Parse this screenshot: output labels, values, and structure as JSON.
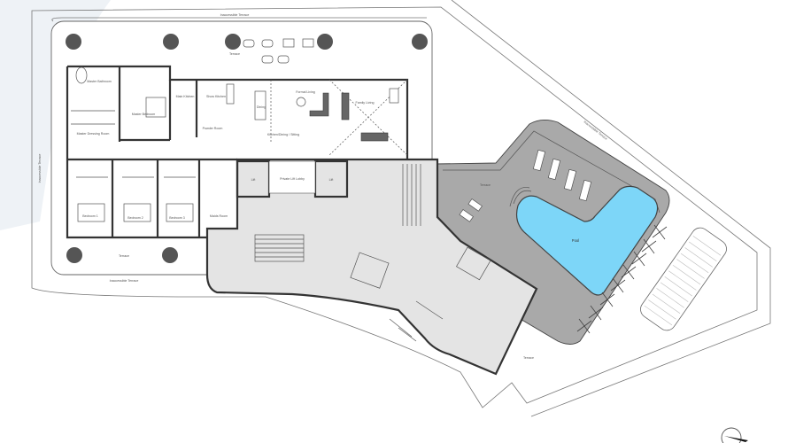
{
  "plan": {
    "labels": {
      "terrace_top": "Terrace",
      "terrace_bottom": "Terrace",
      "terrace_pool": "Terrace",
      "terrace_south": "Terrace",
      "inaccessible_top": "Inaccessible Terrace",
      "inaccessible_bottom": "Inaccessible Terrace",
      "inaccessible_left": "Inaccessible Terrace",
      "inaccessible_right": "Inaccessible Terrace",
      "master_bathroom": "Master Bathroom",
      "master_bedroom": "Master Bedroom",
      "master_dressing": "Master Dressing Room",
      "main_kitchen": "Main Kitchen",
      "show_kitchen": "Show Kitchen",
      "dining": "Dining",
      "formal_living": "Formal Living",
      "family_living": "Family Living",
      "kitchen_dining_sitting": "Kitchen/Dining / Sitting",
      "powder_room": "Powder Room",
      "lift_lobby": "Private Lift Lobby",
      "lift_1": "Lift",
      "lift_2": "Lift",
      "bedroom_1": "Bedroom 1",
      "bedroom_2": "Bedroom 2",
      "bedroom_3": "Bedroom 3",
      "maids_room": "Maids Room",
      "pool": "Pool"
    },
    "colors": {
      "pool": "#7dd6f8",
      "pool_deck": "#a9a9a9",
      "core_area": "#e4e4e4",
      "walls": "#333333",
      "columns": "#555555"
    },
    "icons": [
      "north-arrow-icon"
    ]
  }
}
